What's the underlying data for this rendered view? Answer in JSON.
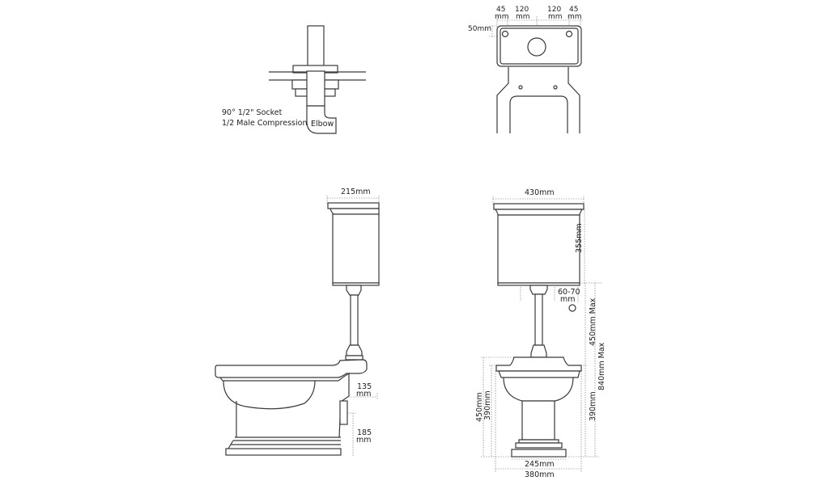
{
  "elbow_detail": {
    "label_line1": "90° 1/2\" Socket",
    "label_line2": "1/2 Male Compression",
    "elbow_label": "Elbow"
  },
  "top_view": {
    "dim_45_left": "45",
    "dim_120_left": "120",
    "dim_120_right": "120",
    "dim_45_right": "45",
    "unit": "mm",
    "dim_50": "50mm"
  },
  "side_view": {
    "cistern_width": "215mm",
    "dim_135": "135",
    "dim_185": "185",
    "unit": "mm"
  },
  "front_view": {
    "cistern_width": "430mm",
    "cistern_height": "355mm",
    "dim_60_70": "60-70",
    "unit": "mm",
    "dim_450_max": "450mm Max",
    "dim_840_max": "840mm Max",
    "dim_390_right": "390mm",
    "dim_450_left": "450mm",
    "dim_390_left": "390mm",
    "dim_245": "245mm",
    "dim_380": "380mm"
  },
  "colors": {
    "line": "#3a3a3a",
    "background": "#ffffff"
  }
}
